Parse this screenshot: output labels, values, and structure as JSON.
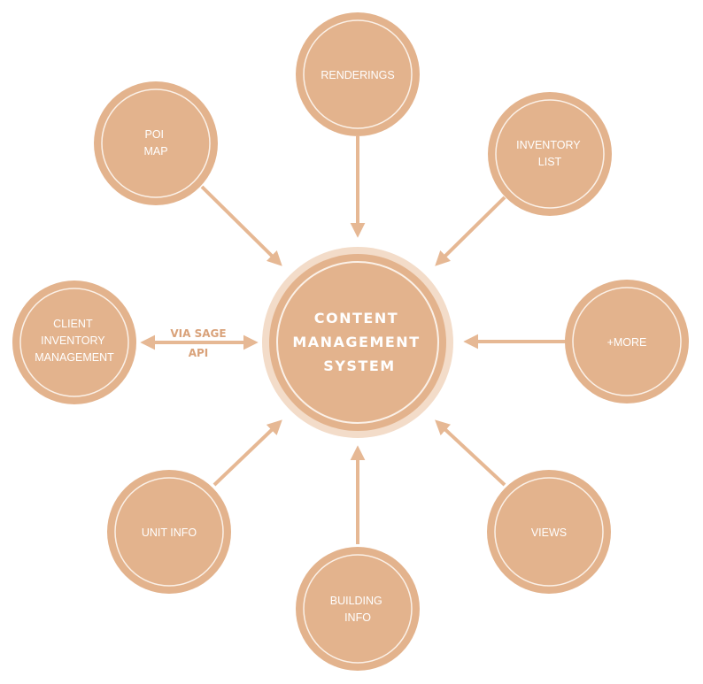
{
  "colors": {
    "node_fill": "#e3b38d",
    "node_ring": "#fbf1e8",
    "arrow": "#e6b894",
    "label": "#ffffff",
    "api_label": "#d9a27a"
  },
  "center": {
    "lines": [
      "CONTENT",
      "MANAGEMENT",
      "SYSTEM"
    ]
  },
  "nodes": {
    "renderings": {
      "lines": [
        "RENDERINGS"
      ]
    },
    "poi_map": {
      "lines": [
        "POI",
        "MAP"
      ]
    },
    "inventory_list": {
      "lines": [
        "INVENTORY",
        "LIST"
      ]
    },
    "client_inventory": {
      "lines": [
        "CLIENT",
        "INVENTORY",
        "MANAGEMENT"
      ]
    },
    "more": {
      "lines": [
        "+MORE"
      ]
    },
    "unit_info": {
      "lines": [
        "UNIT INFO"
      ]
    },
    "views": {
      "lines": [
        "VIEWS"
      ]
    },
    "building_info": {
      "lines": [
        "BUILDING",
        "INFO"
      ]
    }
  },
  "api_link": {
    "line1": "VIA SAGE",
    "line2": "API"
  }
}
